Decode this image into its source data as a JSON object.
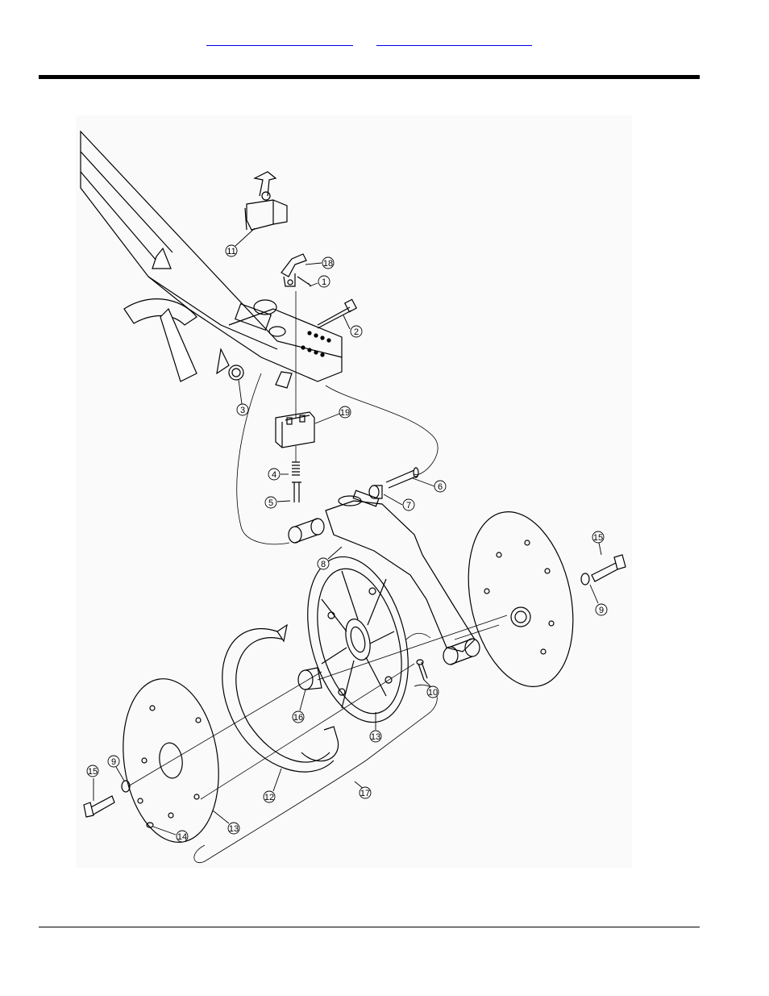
{
  "header": {
    "links": [
      {
        "label": ""
      },
      {
        "label": ""
      }
    ]
  },
  "diagram": {
    "callouts": [
      {
        "label": "1"
      },
      {
        "label": "2"
      },
      {
        "label": "3"
      },
      {
        "label": "4"
      },
      {
        "label": "5"
      },
      {
        "label": "6"
      },
      {
        "label": "7"
      },
      {
        "label": "8"
      },
      {
        "label": "9"
      },
      {
        "label": "9"
      },
      {
        "label": "10"
      },
      {
        "label": "11"
      },
      {
        "label": "12"
      },
      {
        "label": "13"
      },
      {
        "label": "13"
      },
      {
        "label": "14"
      },
      {
        "label": "15"
      },
      {
        "label": "15"
      },
      {
        "label": "16"
      },
      {
        "label": "17"
      },
      {
        "label": "18"
      },
      {
        "label": "19"
      }
    ]
  }
}
